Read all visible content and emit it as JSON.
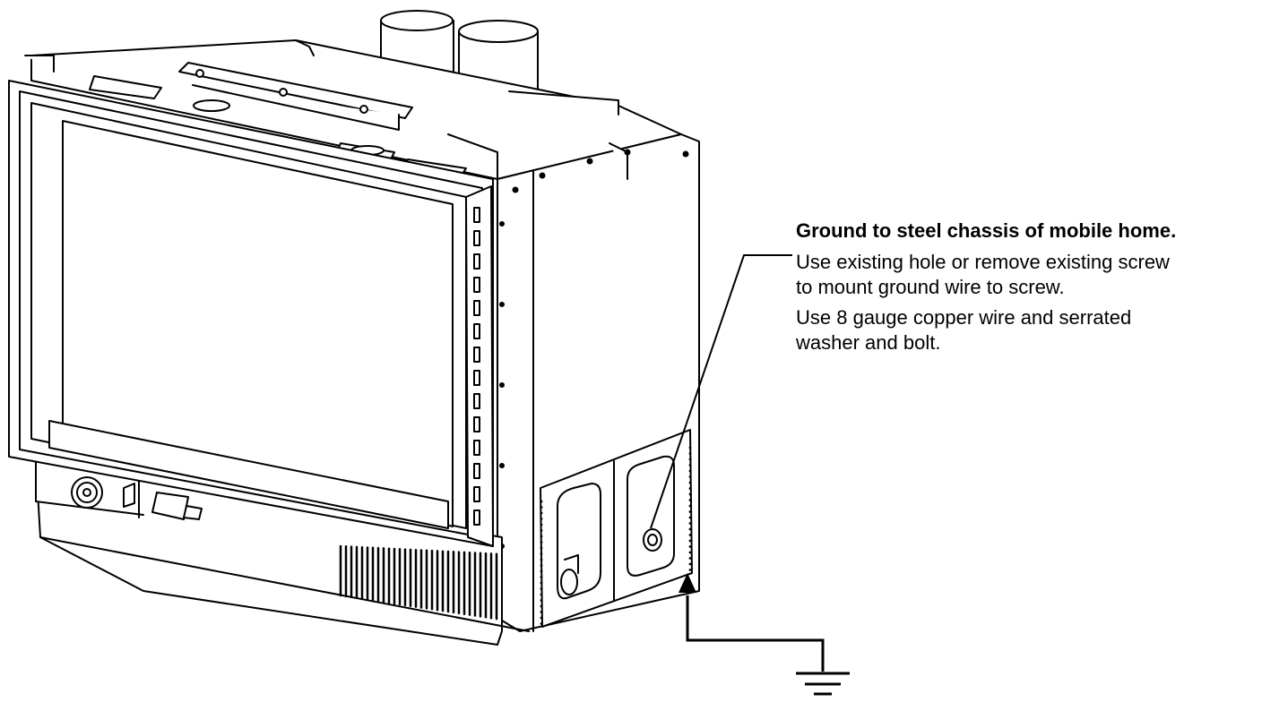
{
  "callout": {
    "heading": "Ground to steel chassis of mobile home.",
    "line1": "Use existing hole or remove existing screw",
    "line2": "to mount ground wire to screw.",
    "line3": "Use 8 gauge copper wire and serrated",
    "line4": "washer and bolt."
  },
  "colors": {
    "stroke": "#000000",
    "fill": "#ffffff"
  },
  "icons": {
    "ground": "ground-symbol-icon",
    "arrow": "arrow-up-icon"
  }
}
